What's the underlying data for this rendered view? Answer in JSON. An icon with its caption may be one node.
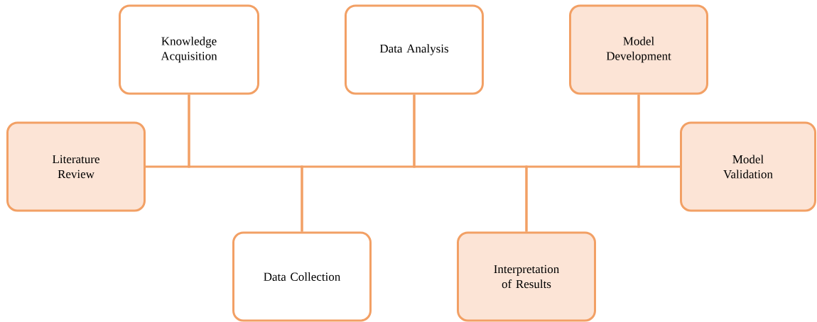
{
  "diagram": {
    "nodes": [
      {
        "text": [
          "Literature Review"
        ]
      },
      {
        "text": [
          "Knowledge Acquisition"
        ]
      },
      {
        "text": [
          "Data Collection"
        ]
      },
      {
        "text": [
          "Data Analysis"
        ]
      },
      {
        "text": [
          "Interpretation of Results"
        ]
      },
      {
        "text": [
          "Model Development"
        ]
      },
      {
        "text": [
          "Model Validation"
        ]
      }
    ],
    "edges": [
      {
        "from": 0,
        "to": 1,
        "arrow": "none"
      },
      {
        "from": 1,
        "to": 2,
        "arrow": "none"
      },
      {
        "from": 2,
        "to": 3,
        "arrow": "none"
      },
      {
        "from": 3,
        "to": 4,
        "arrow": "none"
      },
      {
        "from": 4,
        "to": 5,
        "arrow": "none"
      },
      {
        "from": 5,
        "to": 6,
        "arrow": "none"
      }
    ]
  }
}
